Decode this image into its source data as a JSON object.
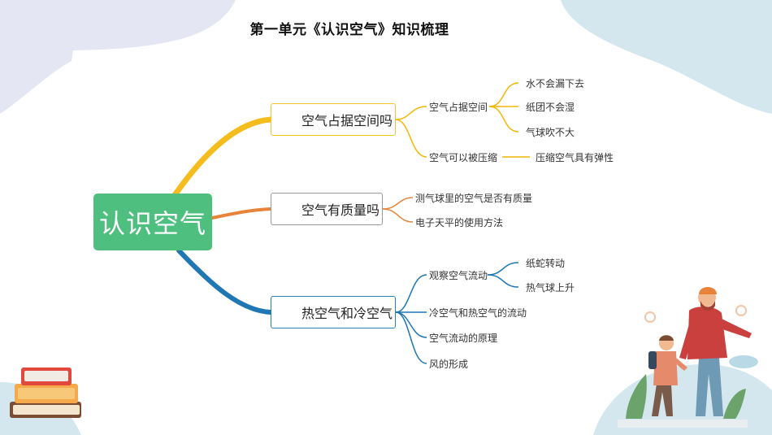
{
  "title": "第一单元《认识空气》知识梳理",
  "root": "认识空气",
  "branches": [
    {
      "label": "空气占据空间吗",
      "icon": "info-icon",
      "color": "#f2b705",
      "children": [
        {
          "label": "空气占据空间",
          "children": [
            "水不会漏下去",
            "纸团不会湿",
            "气球吹不大"
          ]
        },
        {
          "label": "空气可以被压缩",
          "children": [
            "压缩空气具有弹性"
          ]
        }
      ]
    },
    {
      "label": "空气有质量吗",
      "icon": "gear-icon",
      "color": "#e8833a",
      "children": [
        {
          "label": "测气球里的空气是否有质量"
        },
        {
          "label": "电子天平的使用方法"
        }
      ]
    },
    {
      "label": "热空气和冷空气",
      "icon": "star-icon",
      "color": "#1f77b4",
      "children": [
        {
          "label": "观察空气流动",
          "children": [
            "纸蛇转动",
            "热气球上升"
          ]
        },
        {
          "label": "冷空气和热空气的流动"
        },
        {
          "label": "空气流动的原理"
        },
        {
          "label": "风的形成"
        }
      ]
    }
  ]
}
